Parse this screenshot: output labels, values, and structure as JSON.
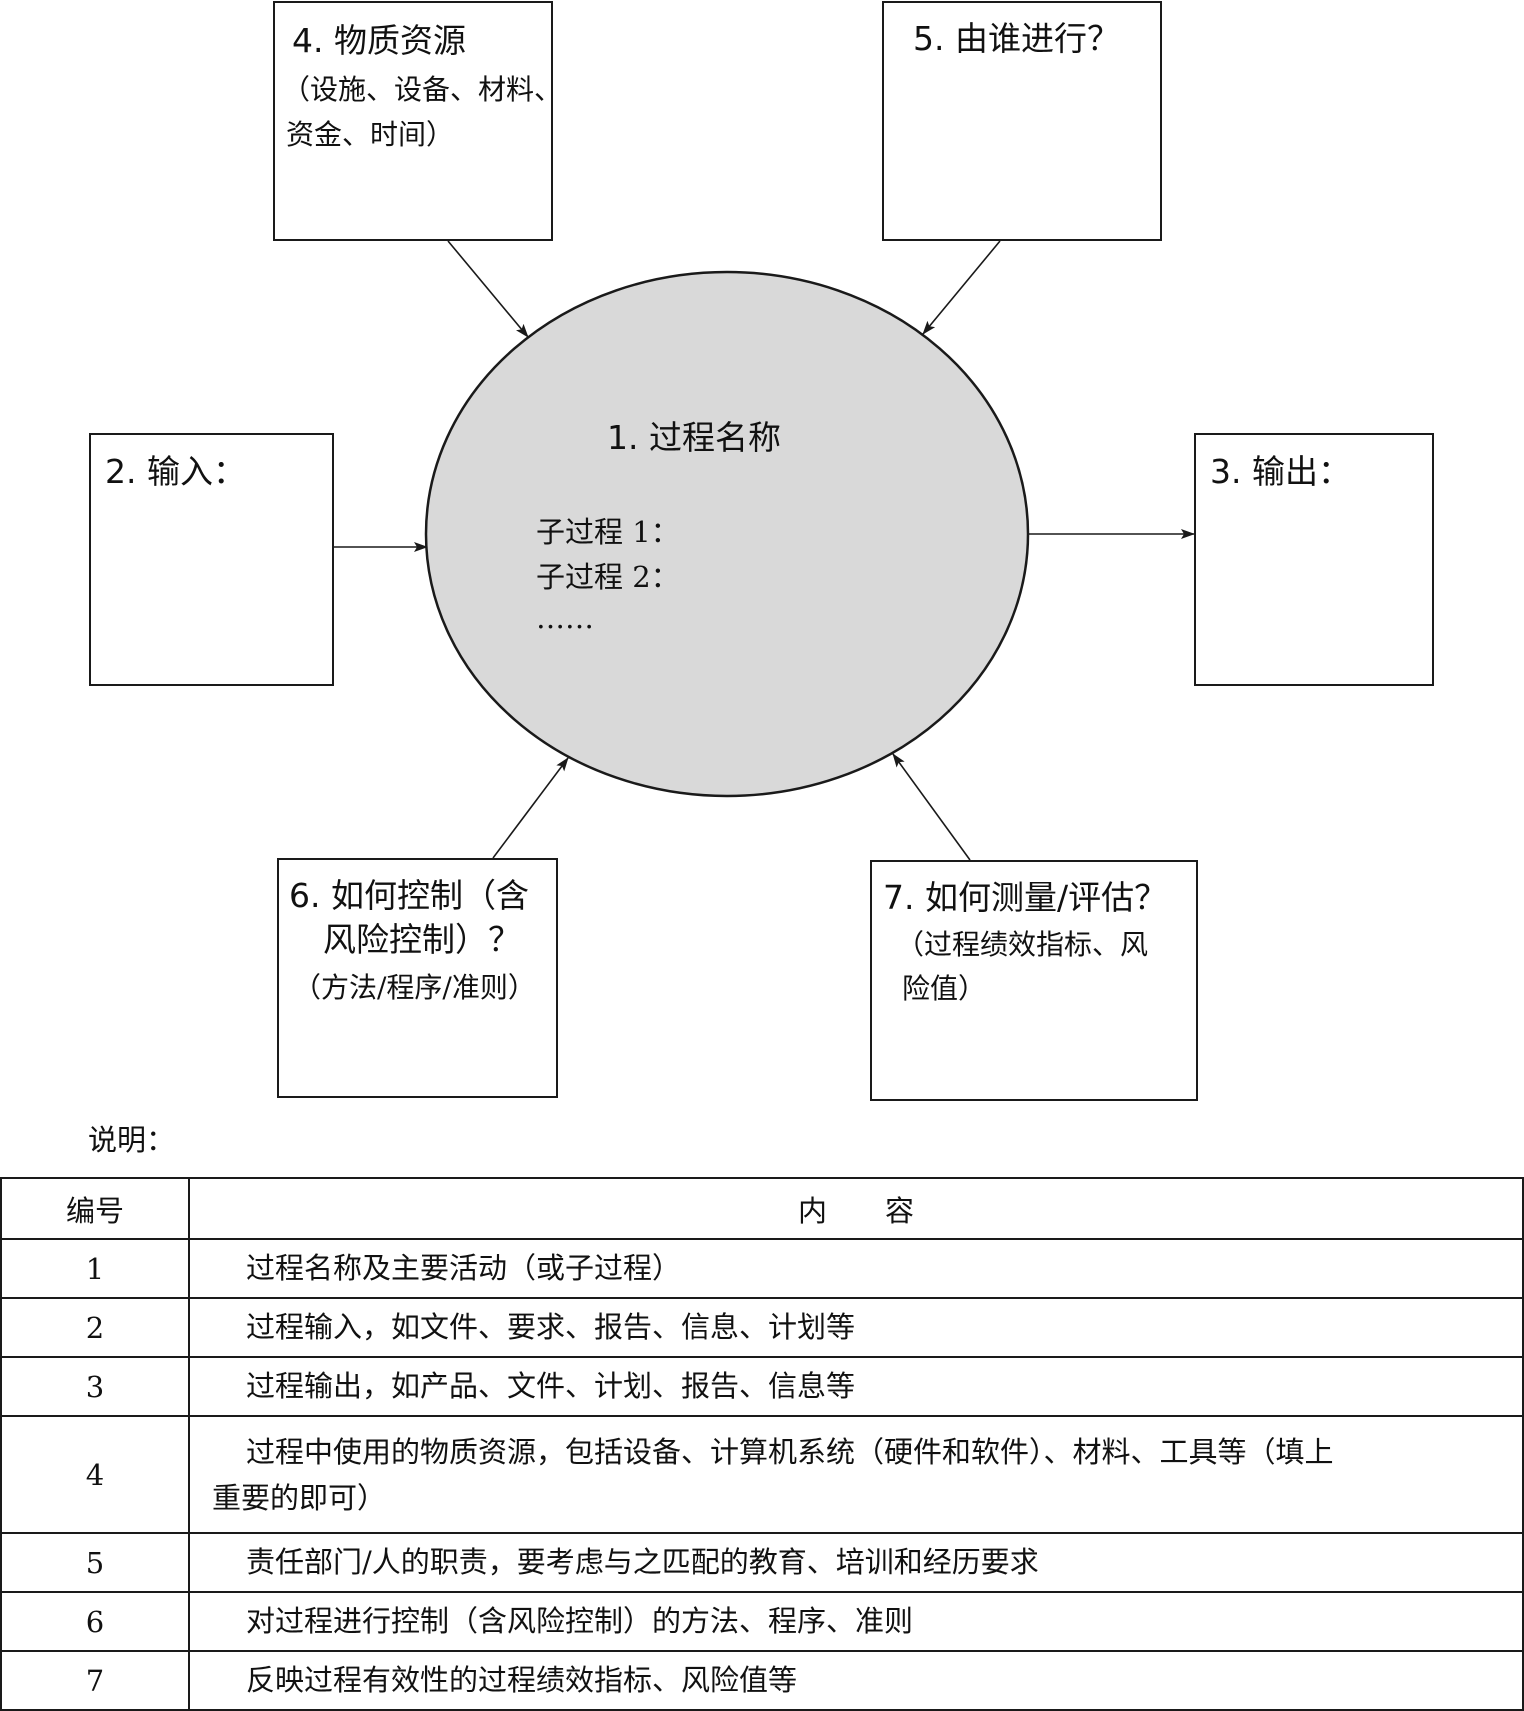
{
  "diagram": {
    "center": {
      "title": "1. 过程名称",
      "sub1": "子过程 1：",
      "sub2": "子过程 2：",
      "ellipsis": "……"
    },
    "boxes": {
      "input": {
        "title": "2. 输入："
      },
      "output": {
        "title": "3. 输出："
      },
      "resources": {
        "title": "4. 物质资源",
        "line1": "（设施、设备、材料、",
        "line2": "资金、时间）"
      },
      "who": {
        "title": "5. 由谁进行？"
      },
      "control": {
        "line1": "6. 如何控制（含",
        "line2": "风险控制）？",
        "line3": "（方法/程序/准则）"
      },
      "measure": {
        "title": "7. 如何测量/评估？",
        "line1": "（过程绩效指标、风",
        "line2": "险值）"
      }
    },
    "colors": {
      "ellipse_fill": "#d9d9d9",
      "stroke": "#1a1a1a"
    }
  },
  "legend": {
    "label": "说明：",
    "header": {
      "num": "编号",
      "content": "内　　容"
    },
    "rows": [
      {
        "num": "1",
        "text": "过程名称及主要活动（或子过程）"
      },
      {
        "num": "2",
        "text": "过程输入，如文件、要求、报告、信息、计划等"
      },
      {
        "num": "3",
        "text": "过程输出，如产品、文件、计划、报告、信息等"
      },
      {
        "num": "4",
        "text": "过程中使用的物质资源，包括设备、计算机系统（硬件和软件）、材料、工具等（填上",
        "text2": "重要的即可）"
      },
      {
        "num": "5",
        "text": "责任部门/人的职责，要考虑与之匹配的教育、培训和经历要求"
      },
      {
        "num": "6",
        "text": "对过程进行控制（含风险控制）的方法、程序、准则"
      },
      {
        "num": "7",
        "text": "反映过程有效性的过程绩效指标、风险值等"
      }
    ]
  }
}
